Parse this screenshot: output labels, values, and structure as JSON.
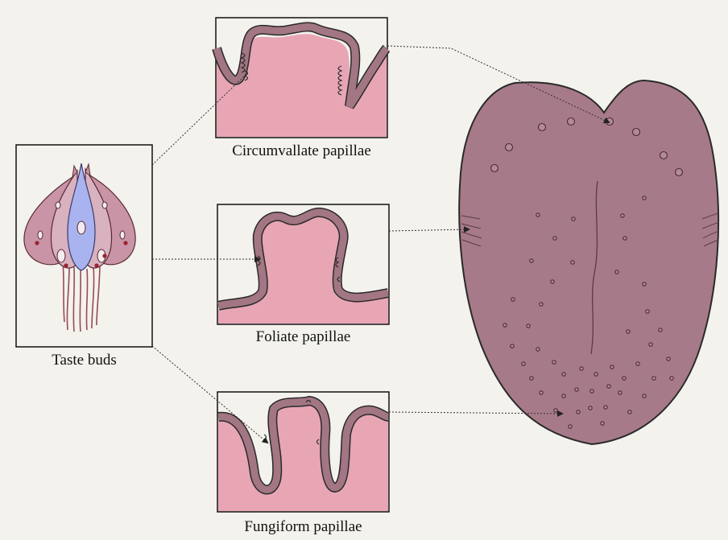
{
  "labels": {
    "circumvallate": "Circumvallate papillae",
    "foliate": "Foliate papillae",
    "fungiform": "Fungiform papillae",
    "taste_buds": "Taste buds"
  },
  "colors": {
    "background": "#f3f2ed",
    "tongue": "#a77a8a",
    "tissue": "#e8a6b5",
    "epithelium": "#a37684",
    "taste_cell_center": "#a9b3f0",
    "taste_cell_side": "#c994a6",
    "nerve": "#9a4a55",
    "outline": "#2a2a2a"
  }
}
